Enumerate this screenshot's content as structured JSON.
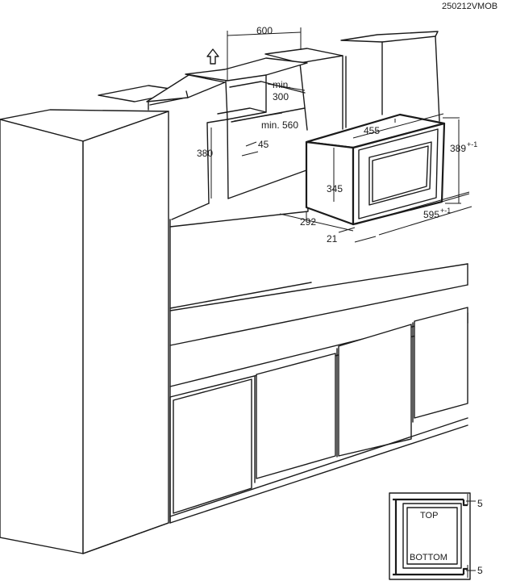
{
  "doc_code": "250212VMOB",
  "dimensions": {
    "niche_width": "600",
    "min_depth": "min.",
    "min_depth_value": "300",
    "min_width": "min. 560",
    "niche_height": "380",
    "recess": "45",
    "oven_width": "455",
    "oven_height_outer": "389",
    "oven_height_tol": "+-1",
    "oven_height_inner": "345",
    "oven_depth": "292",
    "frame_width": "595",
    "frame_width_tol": "+-1",
    "frame_depth": "21"
  },
  "detail": {
    "top_label": "TOP",
    "bottom_label": "BOTTOM",
    "top_gap": "5",
    "bottom_gap": "5"
  },
  "icons": [
    "up-arrow-icon"
  ]
}
